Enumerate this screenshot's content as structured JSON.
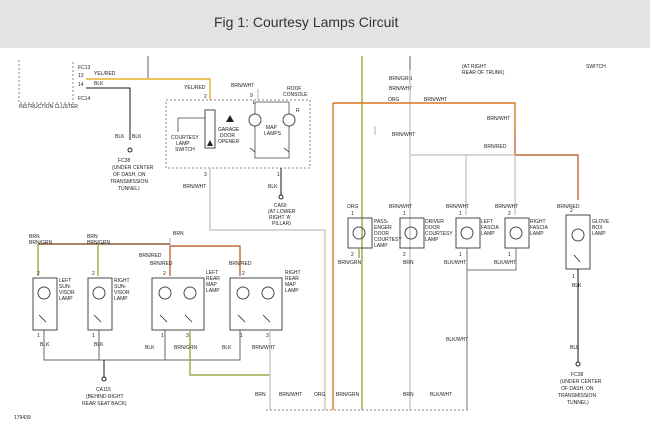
{
  "banner": {
    "title": "Fig 1: Courtesy Lamps Circuit"
  },
  "colors": {
    "wire": "#666666",
    "wire_dark": "#1a1a1a",
    "yel_red": "#e3b22e",
    "brn_wht": "#c8c8c8",
    "org": "#e0741a",
    "brn_red": "#c06a3a",
    "brn_grn": "#9aa848",
    "brn": "#8b5e3c",
    "box": "#4a4a4a"
  },
  "top": {
    "cluster": {
      "label": "INSTRUCTION CLUSTER",
      "pins": [
        "13",
        "14"
      ],
      "sub": [
        "FC13",
        "FC14"
      ],
      "wires": [
        "YEL/RED",
        "BLK"
      ]
    },
    "trunk_note": [
      "(AT RIGHT",
      "REAR OF TRUNK)"
    ],
    "switch_tag": "SWITCH"
  },
  "roof_console": {
    "title": [
      "ROOF",
      "CONSOLE"
    ],
    "pins": [
      "2",
      "9",
      "3",
      "1"
    ],
    "wires": [
      "YEL/RED",
      "BRN/WHT",
      "BRN/WHT",
      "BLK"
    ],
    "switch_label": [
      "COURTESY",
      "LAMP",
      "SWITCH"
    ],
    "opener_label": [
      "GARAGE",
      "DOOR",
      "OPENER"
    ],
    "map_label": [
      "MAP",
      "LAMPS"
    ],
    "lr": [
      "L",
      "R"
    ]
  },
  "grounds": {
    "fc38_top": [
      "FC38",
      "(UNDER CENTER",
      "OF DASH, ON",
      "TRANSMISSION",
      "TUNNEL)"
    ],
    "ca50": [
      "CA50",
      "(AT LOWER",
      "RIGHT 'A'",
      "PILLAR)"
    ],
    "ca115": [
      "CA115",
      "(BEHIND RIGHT",
      "REAR SEAT BACK)"
    ],
    "fc38_right": [
      "FC38",
      "(UNDER CENTER",
      "OF DASH, ON",
      "TRANSMISSION",
      "TUNNEL)"
    ],
    "blk": "BLK"
  },
  "lamps": [
    {
      "name": [
        "LEFT",
        "SUN-",
        "VISOR",
        "LAMP"
      ],
      "top_wire": "BRN/GRN",
      "pin_top": "2",
      "pin_bot": "1",
      "bot_wire": "BLK"
    },
    {
      "name": [
        "RIGHT",
        "SUN-",
        "VISOR",
        "LAMP"
      ],
      "top_wire": "BRN/GRN",
      "pin_top": "2",
      "pin_bot": "1",
      "bot_wire": "BLK"
    },
    {
      "name": [
        "LEFT",
        "REAR",
        "MAP",
        "LAMP"
      ],
      "top_wire": "BRN/RED",
      "pin_top": "2",
      "pins_bot": [
        "1",
        "3"
      ],
      "bot_wires": [
        "BLK",
        "BRN/GRN"
      ]
    },
    {
      "name": [
        "RIGHT",
        "REAR",
        "MAP",
        "LAMP"
      ],
      "top_wire": "BRN/RED",
      "pin_top": "2",
      "pins_bot": [
        "1",
        "3"
      ],
      "bot_wires": [
        "BLK",
        "BRN/WHT"
      ]
    },
    {
      "name": [
        "PASS-",
        "ENGER",
        "DOOR",
        "COURTESY",
        "LAMP"
      ],
      "top_wire": "ORG",
      "pin_top": "1",
      "pin_bot": "2",
      "bot_wire": "BRN/GRN"
    },
    {
      "name": [
        "DRIVER",
        "DOOR",
        "COURTESY",
        "LAMP"
      ],
      "top_wire": "BRN/WHT",
      "pin_top": "1",
      "pin_bot": "2",
      "bot_wire": "BRN"
    },
    {
      "name": [
        "LEFT",
        "FASCIA",
        "LAMP"
      ],
      "top_wire": "BRN/WHT",
      "pin_top": "1",
      "pin_bot": "1",
      "bot_wire": "BLK/WHT"
    },
    {
      "name": [
        "RIGHT",
        "FASCIA",
        "LAMP"
      ],
      "top_wire": "BRN/WHT",
      "pin_top": "2",
      "pin_bot": "1",
      "bot_wire": "BLK/WHT"
    },
    {
      "name": [
        "GLOVE",
        "BOX",
        "LAMP"
      ],
      "top_wire": "BRN/RED",
      "pin_top": "2",
      "pin_bot": "1",
      "bot_wire": "BLK"
    }
  ],
  "wire_labels": {
    "brn_grn_top": "BRN/GRN",
    "brn_wht_top": "BRN/WHT",
    "org": "ORG",
    "brn_wht_mid": "BRN/WHT",
    "brn_wht_right": "BRN/WHT",
    "brn_red_right": "BRN/RED",
    "brn": "BRN",
    "brn_red_left": "BRN/RED",
    "blk_wht": "BLK/WHT",
    "blk_fc": "BLK",
    "brn_wht_roof": "BRN/WHT"
  },
  "bottom_labels": [
    "BRN",
    "BRN/WHT",
    "ORG",
    "BRN/GRN",
    "BRN",
    "BLK/WHT"
  ],
  "figure_id": "179439"
}
